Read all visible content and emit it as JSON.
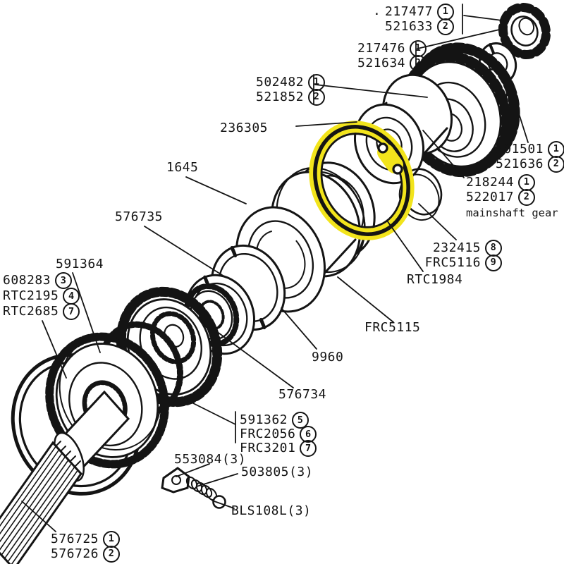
{
  "page": {
    "background": "#ffffff",
    "ink_color": "#141414",
    "highlight_color": "#f2e41c",
    "description": "Exploded parts diagram of mainshaft gear assembly with highlighted circlip"
  },
  "labels": {
    "g217477": {
      "dot": ".",
      "rows": [
        {
          "text": "217477",
          "num": "1"
        },
        {
          "text": "521633",
          "num": "2"
        }
      ]
    },
    "g217476": {
      "rows": [
        {
          "text": "217476",
          "num": "1"
        },
        {
          "text": "521634",
          "num": "2"
        }
      ]
    },
    "g502482": {
      "rows": [
        {
          "text": "502482",
          "num": "1"
        },
        {
          "text": "521852",
          "num": "2"
        }
      ]
    },
    "g236305": {
      "text": "236305"
    },
    "g1645": {
      "text": "1645"
    },
    "g576735": {
      "text": "576735"
    },
    "g591364": {
      "text": "591364"
    },
    "g608283": {
      "rows": [
        {
          "text": "608283",
          "num": "3"
        },
        {
          "text": "RTC2195",
          "num": "4"
        },
        {
          "text": "RTC2685",
          "num": "7"
        }
      ]
    },
    "g501501": {
      "rows": [
        {
          "text": "501501",
          "num": "1"
        },
        {
          "text": "521636",
          "num": "2"
        }
      ]
    },
    "g218244": {
      "rows": [
        {
          "text": "218244",
          "num": "1"
        },
        {
          "text": "522017",
          "num": "2"
        }
      ],
      "caption": "mainshaft gear"
    },
    "g232415": {
      "rows": [
        {
          "text": "232415",
          "num": "8"
        },
        {
          "text": "FRC5116",
          "num": "9"
        }
      ]
    },
    "gRTC1984": {
      "text": "RTC1984"
    },
    "gFRC5115": {
      "text": "FRC5115"
    },
    "g9960": {
      "text": "9960"
    },
    "g576734": {
      "text": "576734"
    },
    "g591362": {
      "rows": [
        {
          "text": "591362",
          "num": "5"
        },
        {
          "text": "FRC2056",
          "num": "6"
        },
        {
          "text": "FRC3201",
          "num": "7"
        }
      ]
    },
    "g553084": {
      "text": "553084(3)"
    },
    "g503805": {
      "text": "503805(3)"
    },
    "gBLS108L": {
      "text": "BLS108L(3)"
    },
    "g576725": {
      "rows": [
        {
          "text": "576725",
          "num": "1"
        },
        {
          "text": "576726",
          "num": "2"
        }
      ]
    }
  }
}
